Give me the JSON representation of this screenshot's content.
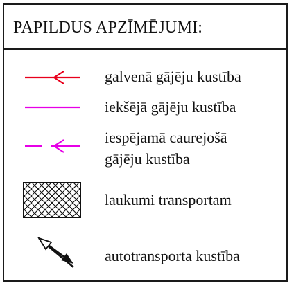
{
  "legend": {
    "title": "PAPILDUS APZĪMĒJUMI:",
    "items": [
      {
        "label": "galvenā gājēju kustība",
        "symbol": "red-arrow-line-icon",
        "color": "#e8001c"
      },
      {
        "label": "iekšējā gājēju kustība",
        "symbol": "magenta-line-icon",
        "color": "#e600e6"
      },
      {
        "label_line1": "iespējamā caurejošā",
        "label_line2": "gājēju kustība",
        "symbol": "magenta-dashed-arrow-icon",
        "color": "#e600e6"
      },
      {
        "label": "laukumi transportam",
        "symbol": "crosshatch-square-icon",
        "color": "#111111"
      },
      {
        "label": "autotransporta kustība",
        "symbol": "two-way-traffic-arrows-icon",
        "color": "#111111"
      }
    ]
  }
}
